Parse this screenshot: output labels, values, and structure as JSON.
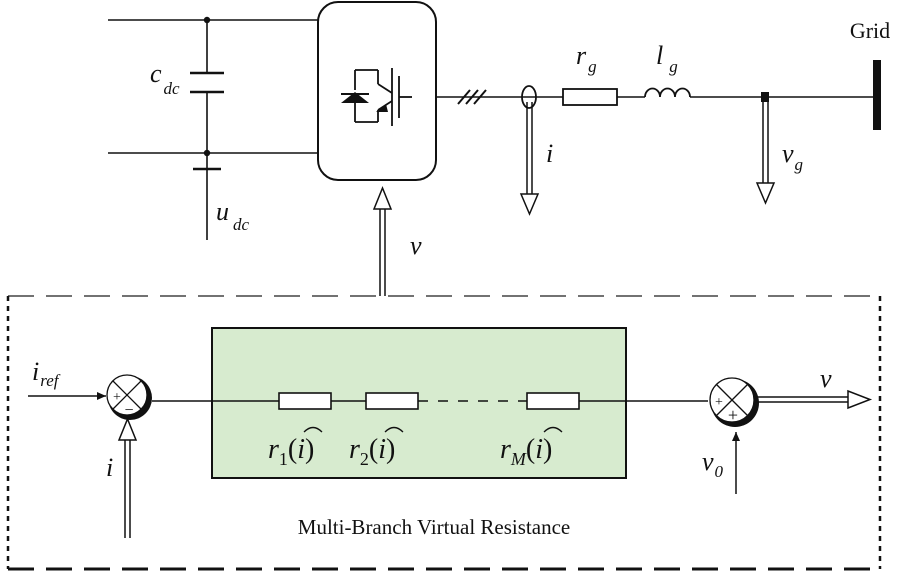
{
  "grid": {
    "label": "Grid"
  },
  "dc_link": {
    "capacitor": {
      "main": "c",
      "sub": "dc"
    },
    "voltage": {
      "main": "u",
      "sub": "dc"
    }
  },
  "line": {
    "resistor": {
      "main": "r",
      "sub": "g"
    },
    "inductor": {
      "main": "l",
      "sub": "g"
    },
    "current": "i",
    "grid_voltage": {
      "main": "v",
      "sub": "g"
    }
  },
  "control": {
    "inverter_voltage": "v",
    "reference_current": {
      "main": "i",
      "sub": "ref"
    },
    "feedback_current": "i",
    "sum1_signs": {
      "left": "+",
      "bottom": "−"
    },
    "sum2_signs": {
      "left": "+",
      "bottom": "+"
    },
    "output_voltage": "v",
    "offset_voltage": {
      "main": "v",
      "sub": "0"
    },
    "block_title": "Multi-Branch Virtual Resistance",
    "branches": [
      {
        "main": "r",
        "sub": "1",
        "arg": "i"
      },
      {
        "main": "r",
        "sub": "2",
        "arg": "i"
      },
      {
        "main": "r",
        "sub": "M",
        "arg": "i"
      }
    ]
  },
  "colors": {
    "block_fill": "#d7ebcf",
    "stroke": "#111111",
    "dashed_border": "#333333"
  }
}
